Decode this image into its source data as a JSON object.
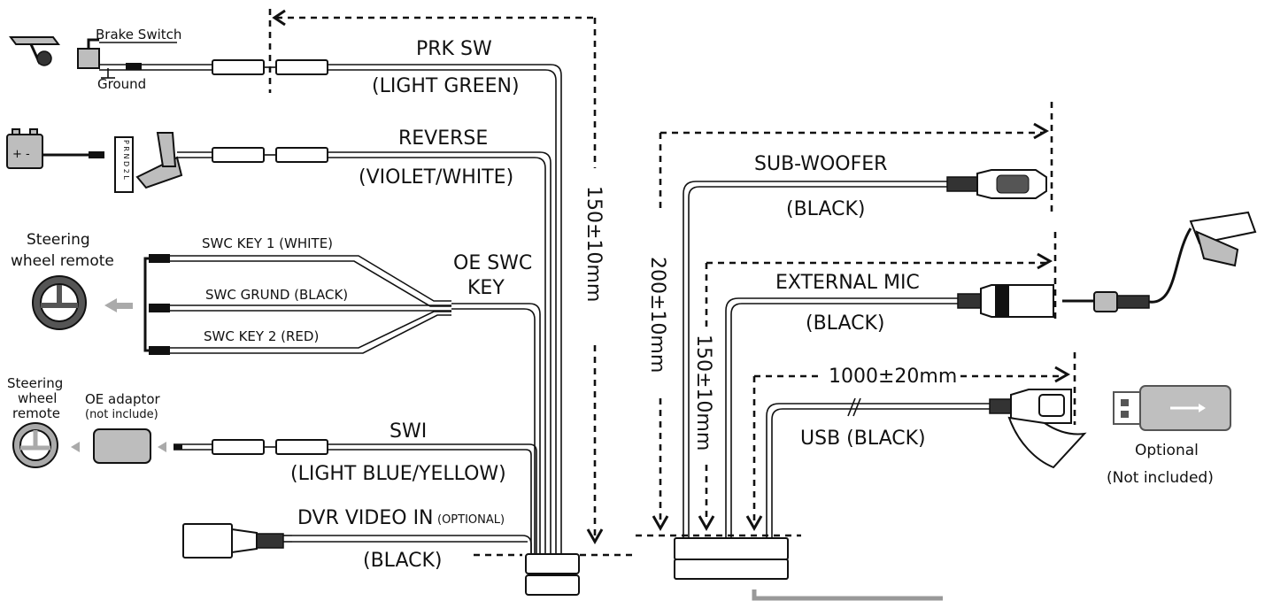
{
  "labels": {
    "brake_switch": "Brake Switch",
    "ground": "Ground",
    "prk_sw": "PRK SW",
    "light_green": "(LIGHT GREEN)",
    "reverse": "REVERSE",
    "violet_white": "(VIOLET/WHITE)",
    "steering_remote_1_line1": "Steering",
    "steering_remote_1_line2": "wheel remote",
    "swc_key1": "SWC KEY 1 (WHITE)",
    "swc_grund": "SWC GRUND  (BLACK)",
    "swc_key2": "SWC KEY 2  (RED)",
    "oe_swc_line1": "OE SWC",
    "oe_swc_line2": "KEY",
    "steering_remote_2_line1": "Steering",
    "steering_remote_2_line2": "wheel",
    "steering_remote_2_line3": "remote",
    "oe_adaptor": "OE adaptor",
    "not_include": "(not include)",
    "swi": "SWI",
    "light_blue_yellow": "(LIGHT BLUE/YELLOW)",
    "dvr_video_in": "DVR VIDEO IN",
    "optional_paren": "(OPTIONAL)",
    "black_dvr": "(BLACK)",
    "dim_150_left": "150±10mm",
    "dim_200": "200±10mm",
    "dim_150_right": "150±10mm",
    "sub_woofer": "SUB-WOOFER",
    "black_sub": "(BLACK)",
    "external_mic": "EXTERNAL MIC",
    "black_mic": "(BLACK)",
    "dim_1000": "1000±20mm",
    "usb_black": "USB (BLACK)",
    "optional": "Optional",
    "not_included": "(Not included)",
    "gear_letters": "P R N D 2 L",
    "battery": "+ -"
  }
}
